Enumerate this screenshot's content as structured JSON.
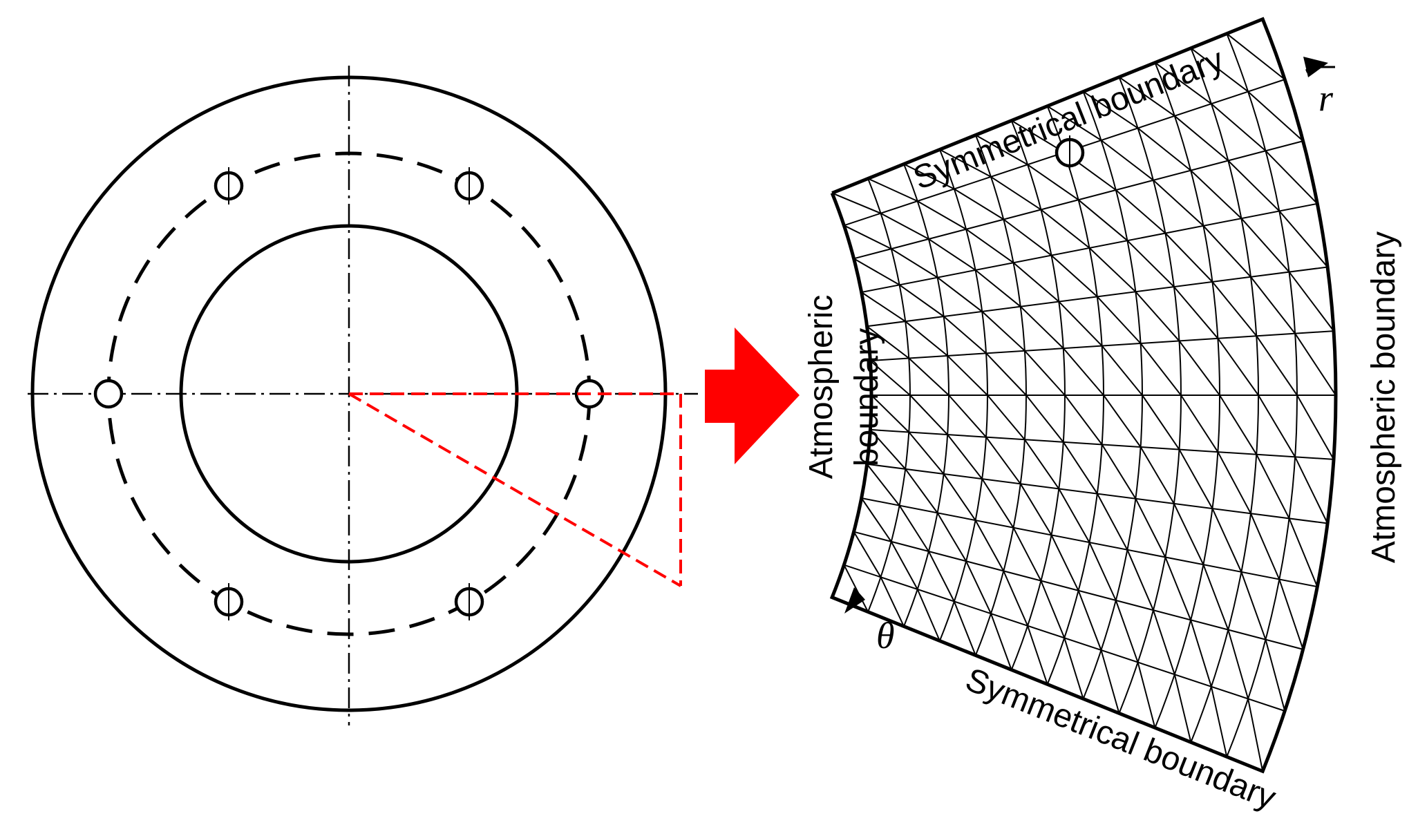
{
  "labels": {
    "top_symmetrical": "Symmetrical boundary",
    "bottom_symmetrical": "Symmetrical boundary",
    "left_atmospheric_line1": "Atmospheric",
    "left_atmospheric_line2": "boundary",
    "right_atmospheric": "Atmospheric boundary",
    "r_axis": "r",
    "theta_axis": "θ"
  },
  "colors": {
    "line": "#000000",
    "accent": "#ff0000"
  }
}
